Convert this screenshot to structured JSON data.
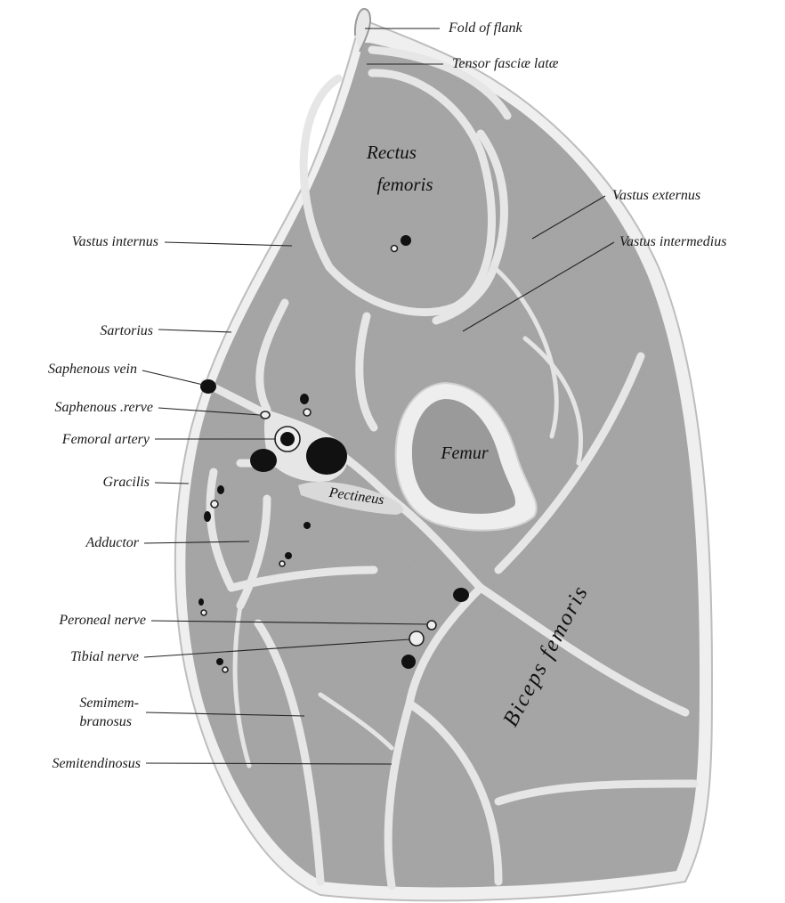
{
  "labels_left": {
    "vastus_internus": "Vastus internus",
    "sartorius": "Sartorius",
    "saphenous_vein": "Saphenous vein",
    "saphenous_nerve": "Saphenous .rerve",
    "femoral_artery": "Femoral artery",
    "gracilis": "Gracilis",
    "adductor": "Adductor",
    "peroneal_nerve": "Peroneal nerve",
    "tibial_nerve": "Tibial nerve",
    "semimembranosus_1": "Semimem-",
    "semimembranosus_2": "branosus",
    "semitendinosus": "Semitendinosus"
  },
  "labels_right": {
    "fold_of_flank": "Fold of flank",
    "tensor_fasciae_latae": "Tensor fasciæ latæ",
    "vastus_externus": "Vastus externus",
    "vastus_intermedius": "Vastus intermedius"
  },
  "inner_labels": {
    "rectus_1": "Rectus",
    "rectus_2": "femoris",
    "femur": "Femur",
    "pectineus": "Pectineus",
    "biceps_femoris": "Biceps femoris"
  },
  "colors": {
    "muscle": "#a6a6a6",
    "fascia": "#e6e6e6",
    "vessel": "#111111",
    "bone": "#9a9a9a"
  }
}
